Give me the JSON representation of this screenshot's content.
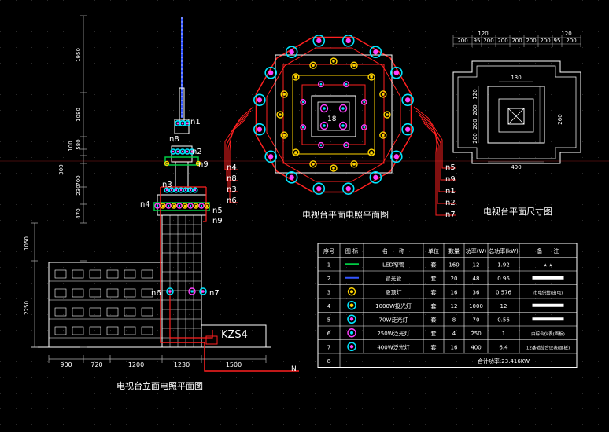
{
  "labels": {
    "elevation_title": "电视台立面电照平面图",
    "plan_title": "电视台平面电照平面图",
    "dim_title": "电视台平面尺寸图",
    "panel": "KZS4",
    "north": "N"
  },
  "node_tags": {
    "n1": "n1",
    "n2": "n2",
    "n3": "n3",
    "n4": "n4",
    "n5": "n5",
    "n6": "n6",
    "n7": "n7",
    "n8": "n8",
    "n9": "n9"
  },
  "wire_labels_left": [
    "n4",
    "n8",
    "n3",
    "n6"
  ],
  "wire_labels_right": [
    "n5",
    "n9",
    "n1",
    "n2",
    "n7"
  ],
  "elev_dims_v": [
    "1950",
    "1080",
    "580",
    "100",
    "300",
    "700",
    "230",
    "470",
    "1050",
    "2250"
  ],
  "elev_dims_h": [
    "900",
    "720",
    "1200",
    "1230",
    "1500"
  ],
  "plan_dims_top1": [
    "120",
    "120"
  ],
  "plan_dims_top2": [
    "200",
    "95",
    "200",
    "200",
    "200",
    "200",
    "200",
    "95",
    "200"
  ],
  "plan_dims_inner": {
    "top": "130",
    "left": [
      "120",
      "200",
      "200",
      "200"
    ],
    "right": "260",
    "bottom": "490"
  },
  "plan_center_tag": "18",
  "table": {
    "headers": [
      "序号",
      "图 标",
      "名　　称",
      "单位",
      "数量",
      "功率(W)",
      "总功率(kW)",
      "备　　注"
    ],
    "rows": [
      {
        "no": "1",
        "name": "LED窄管",
        "unit": "套",
        "qty": "160",
        "power": "12",
        "total": "1.92",
        "note": "★ ★",
        "icon": "green-line"
      },
      {
        "no": "2",
        "name": "冒光管",
        "unit": "套",
        "qty": "20",
        "power": "48",
        "total": "0.96",
        "note": "",
        "icon": "blue-line"
      },
      {
        "no": "3",
        "name": "吸顶灯",
        "unit": "套",
        "qty": "16",
        "power": "36",
        "total": "0.576",
        "note": "市电供给(由电)",
        "icon": "yellow-lamp"
      },
      {
        "no": "4",
        "name": "1000W投光灯",
        "unit": "套",
        "qty": "12",
        "power": "1000",
        "total": "12",
        "note": "",
        "icon": "cyan-yellow"
      },
      {
        "no": "5",
        "name": "70W泛光灯",
        "unit": "套",
        "qty": "8",
        "power": "70",
        "total": "0.56",
        "note": "",
        "icon": "cyan-magenta"
      },
      {
        "no": "6",
        "name": "250W泛光灯",
        "unit": "套",
        "qty": "4",
        "power": "250",
        "total": "1",
        "note": "由综合仪表(面板)",
        "icon": "magenta"
      },
      {
        "no": "7",
        "name": "400W泛光灯",
        "unit": "套",
        "qty": "16",
        "power": "400",
        "total": "6.4",
        "note": "12基础综合仪表(面板)",
        "icon": "cyan-ring"
      },
      {
        "no": "8",
        "name": "",
        "unit": "",
        "qty": "",
        "power": "",
        "total": "合计功率:23.416KW",
        "note": "",
        "icon": ""
      }
    ]
  },
  "colors": {
    "background": "#000000",
    "dim_line": "#b0b0b0",
    "building": "#ffffff",
    "wire": "#ff2020",
    "lamp_ring": "#00e5ff",
    "lamp_core": "#ff40ff",
    "lamp_yellow": "#ffd400",
    "mast": "#3355ff",
    "led": "#00cc44"
  }
}
